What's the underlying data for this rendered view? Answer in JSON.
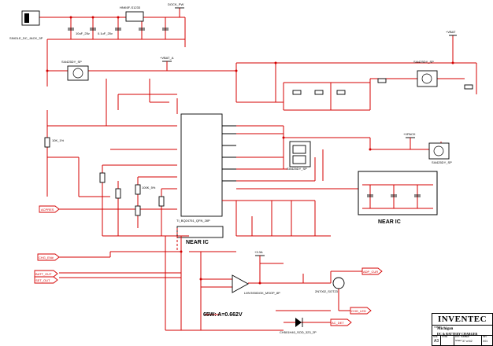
{
  "nets": {
    "dock_pw": "DOCK_PW",
    "vbat": "+VBAT",
    "vbat_a": "+VBAT_A",
    "vpack": "+VPACK",
    "v3a": "+3.3A"
  },
  "parts": {
    "q_top": "HNK6F-S1233",
    "q_left": "SI4425DY_SP",
    "q_right": "SI4425DY_SP",
    "q_bottom": "SI4425DY_SP",
    "q_mid": "SI4425DY_SP",
    "ic_main": "TI_BQ24751_QFN_28P",
    "ic_amp": "LMV393IDGK_MSOP_8P",
    "connector": "SINGLE_DC_JACK_3P",
    "diode_bot": "CH501H40_SOD_323_2P",
    "fet_small": "2N7002_SOT23"
  },
  "signals": {
    "acpres": "ACPRES",
    "chg_en": "CHG_EN#",
    "batt_out": "BATT_OUT",
    "set_out": "SET_OUT",
    "adp_cur": "ADP_CUR",
    "chg_led": "CHG_LED",
    "ac_det": "AC_DET"
  },
  "labels": {
    "near_ic_1": "NEAR IC",
    "near_ic_2": "NEAR IC",
    "threshold": "65W: A=0.662V",
    "cap_left": "10uF_25v",
    "cap_mid": "0.1uF_25v",
    "res_a": "100K_5%",
    "res_b": "10K_1%"
  },
  "title_block": {
    "company": "INVENTEC",
    "title_label": "TITLE",
    "project": "Michigan",
    "sheet_title": "DC & BATTERY CHARGER",
    "size_label": "SIZE",
    "size_value": "A3",
    "code_label": "CODE",
    "doc_label": "DOC. NUMBER",
    "rev_label": "REV",
    "sheet_label": "SHEET",
    "sheet_value": "37 of 62",
    "rev_value": "X01"
  }
}
